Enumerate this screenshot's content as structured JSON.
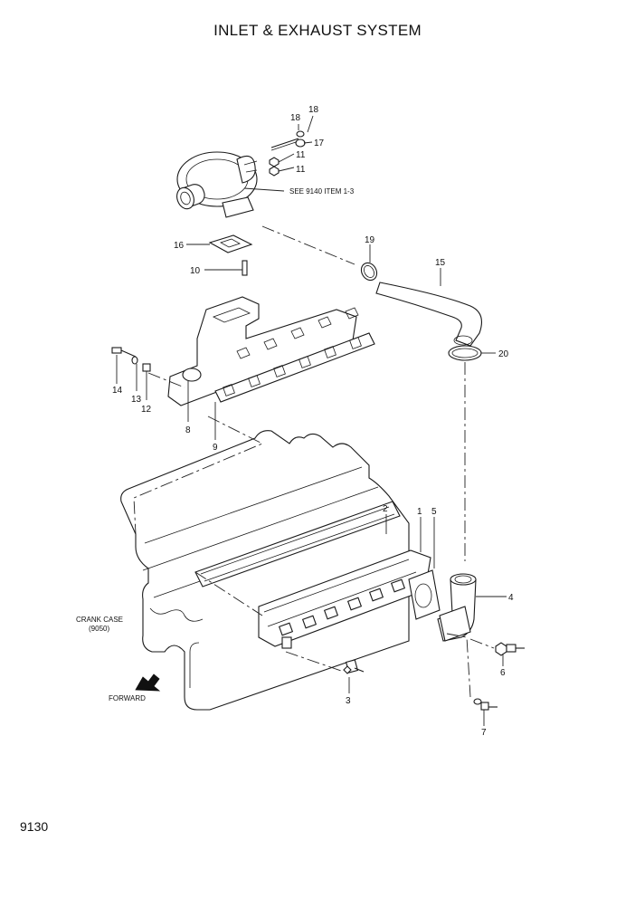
{
  "title": "INLET & EXHAUST SYSTEM",
  "page_number": "9130",
  "callouts": {
    "c1": "1",
    "c2": "2",
    "c3": "3",
    "c4": "4",
    "c5": "5",
    "c6": "6",
    "c7": "7",
    "c8": "8",
    "c9": "9",
    "c10": "10",
    "c11a": "11",
    "c11b": "11",
    "c12": "12",
    "c13": "13",
    "c14": "14",
    "c15": "15",
    "c16": "16",
    "c17": "17",
    "c18a": "18",
    "c18b": "18",
    "c19": "19",
    "c20": "20"
  },
  "notes": {
    "see_ref": "SEE 9140 ITEM 1-3",
    "crank_case_1": "CRANK CASE",
    "crank_case_2": "(9050)",
    "forward": "FORWARD"
  }
}
